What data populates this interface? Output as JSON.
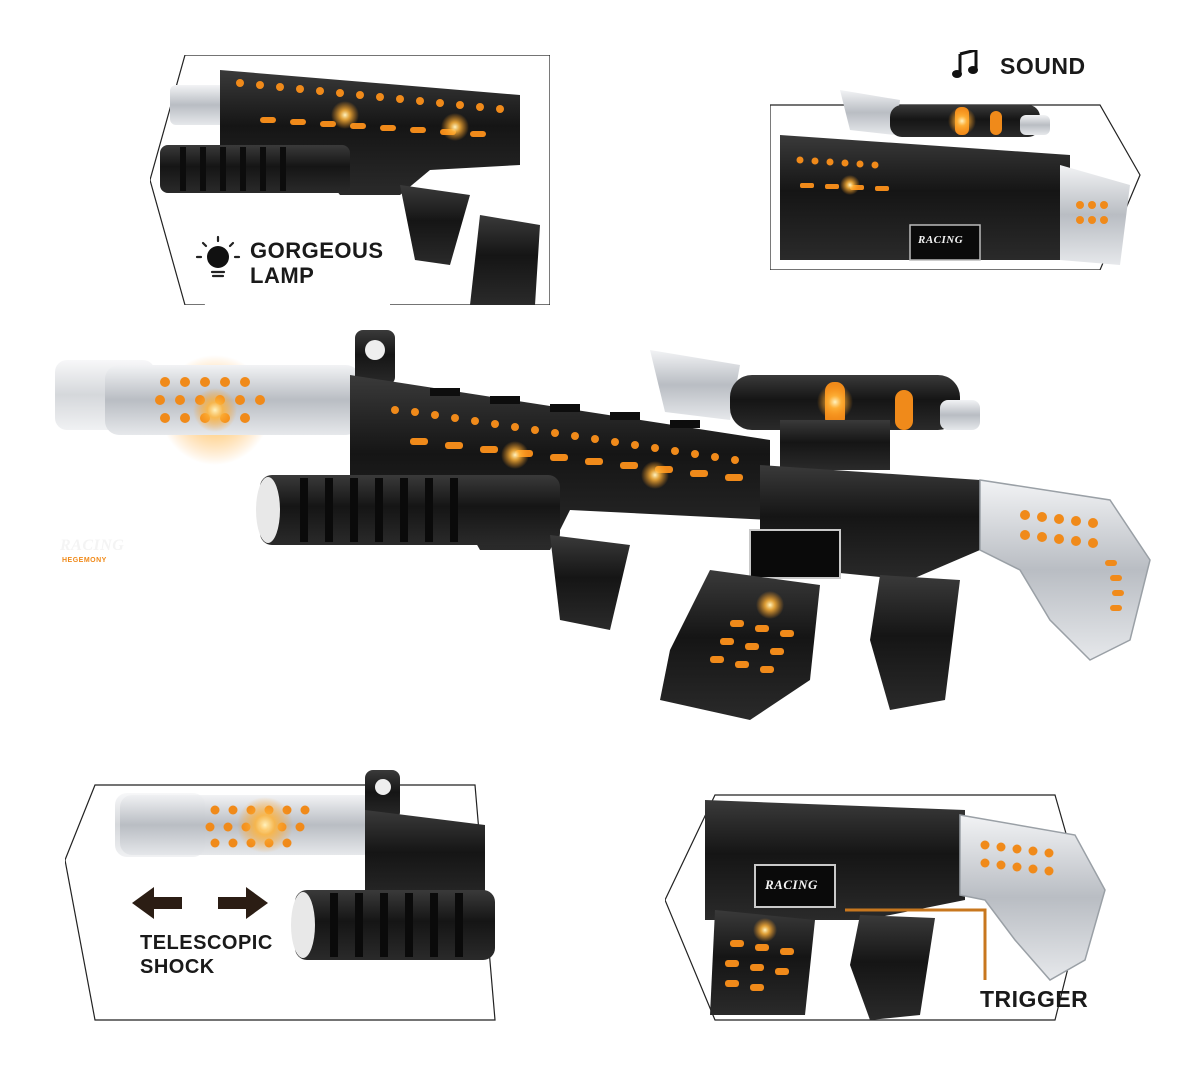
{
  "features": {
    "lamp": {
      "line1": "GORGEOUS",
      "line2": "LAMP",
      "icon": "lamp-icon"
    },
    "sound": {
      "label": "SOUND",
      "icon": "music-note-icon"
    },
    "shock": {
      "line1": "TELESCOPIC",
      "line2": "SHOCK",
      "icon": "arrows-left-right-icon"
    },
    "trigger": {
      "label": "TRIGGER"
    }
  },
  "branding": {
    "logo_text": "RACING",
    "logo_sub": "HEGEMONY"
  },
  "colors": {
    "body": "#1c1c1c",
    "silver": "#cfd2d6",
    "led": "#f08a1a",
    "glow": "#ffc24a",
    "callout": "#c8771e"
  }
}
